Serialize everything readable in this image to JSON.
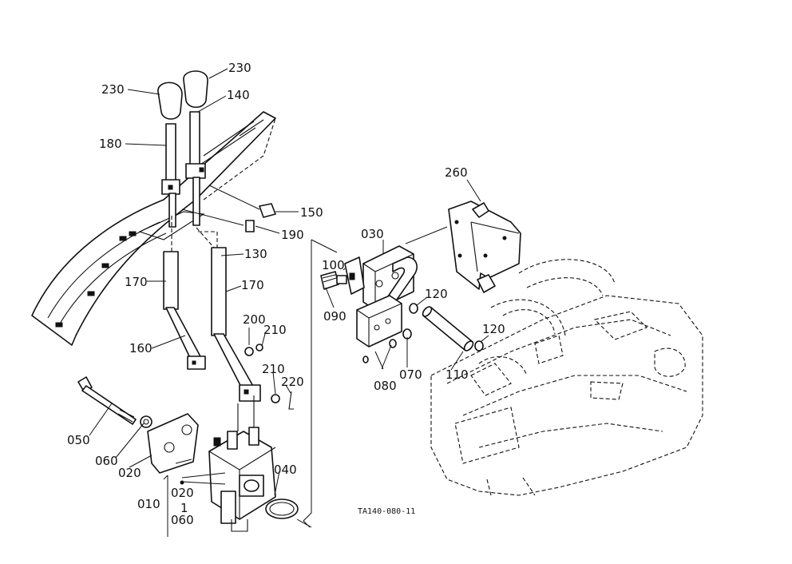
{
  "labels": {
    "k230a": "230",
    "k230b": "230",
    "k140": "140",
    "k180": "180",
    "k150": "150",
    "k190": "190",
    "k130": "130",
    "k170a": "170",
    "k170b": "170",
    "k160": "160",
    "k200": "200",
    "k210a": "210",
    "k210b": "210",
    "k220": "220",
    "k050": "050",
    "k060": "060",
    "k020": "020",
    "k010": "010",
    "k020b": "020",
    "k1": "1",
    "k060b": "060",
    "k040": "040",
    "k260": "260",
    "k030": "030",
    "k100": "100",
    "k090": "090",
    "k120a": "120",
    "k120b": "120",
    "k080": "080",
    "k070": "070",
    "k110": "110"
  },
  "drawing_code": "TA140-080-11"
}
